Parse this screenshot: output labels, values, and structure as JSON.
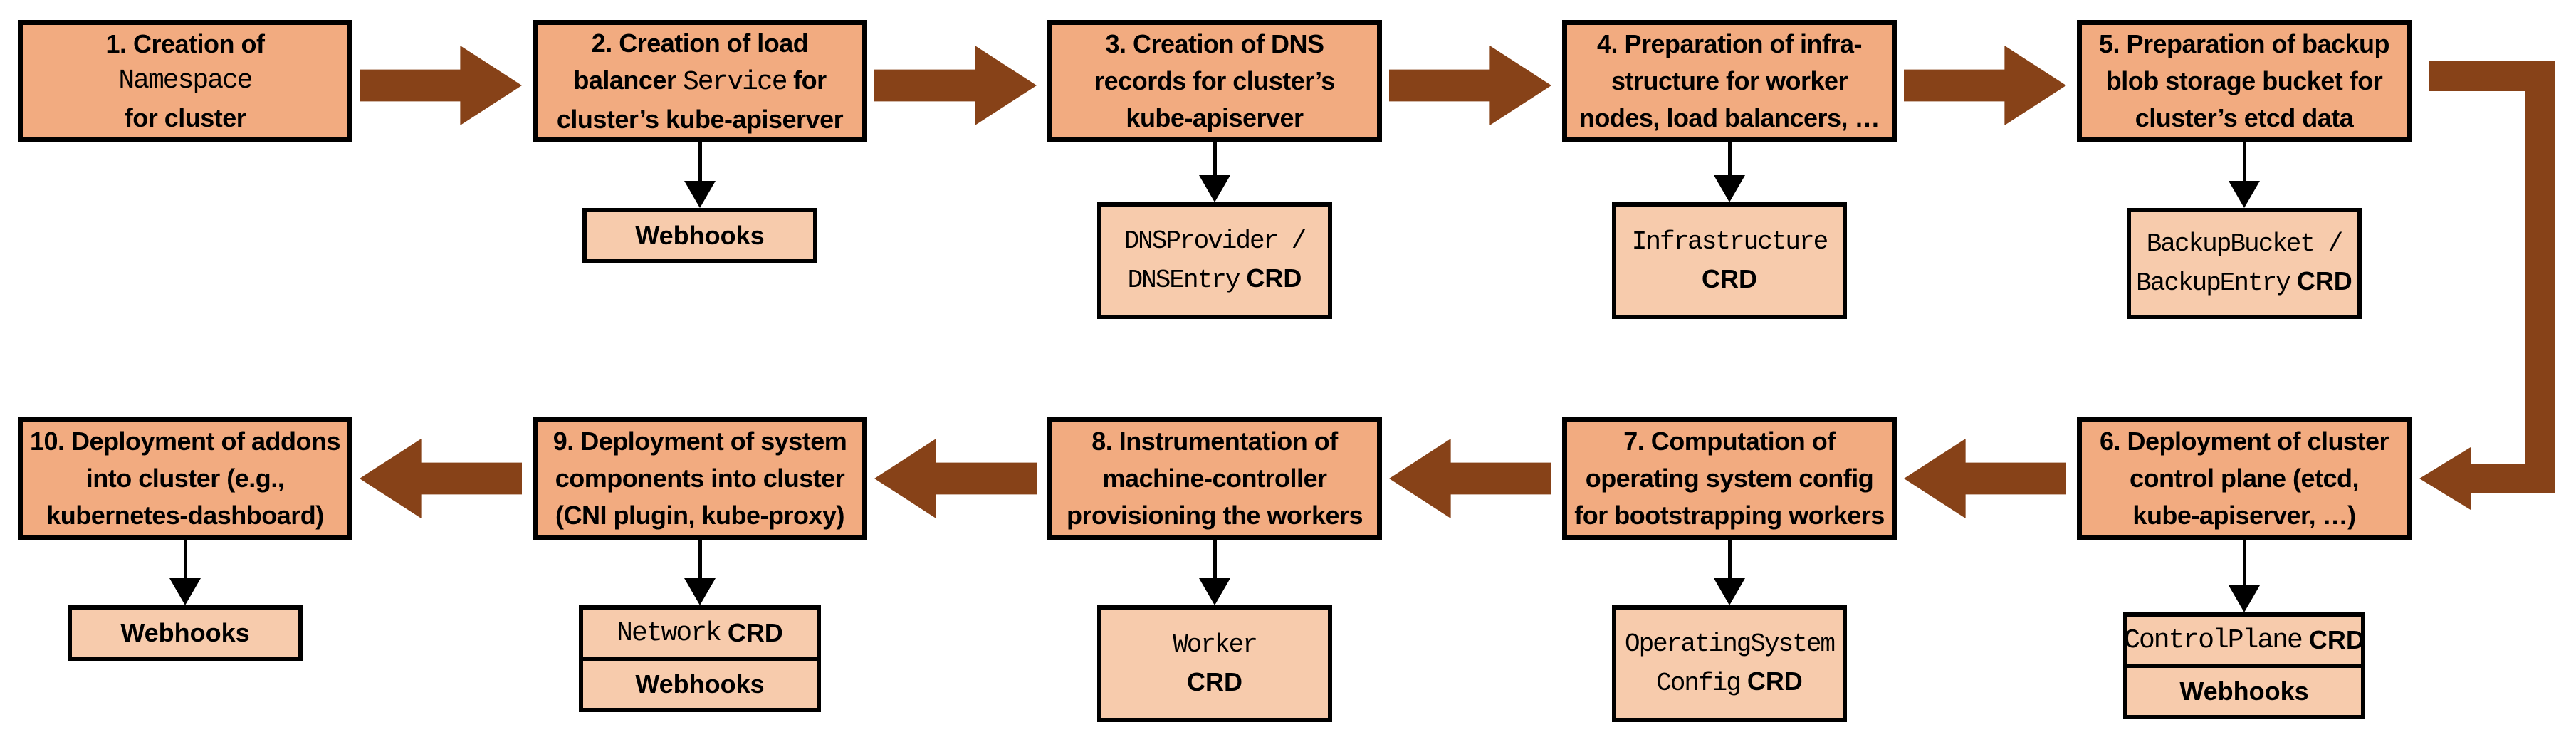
{
  "colors": {
    "step_fill": "#F2AB80",
    "artifact_fill": "#F7CBAC",
    "arrow_brown": "#874218",
    "border": "#000000"
  },
  "row1": {
    "step1": {
      "line1": "1. Creation of",
      "line2_mono": "Namespace",
      "line3": "for cluster"
    },
    "step2": {
      "line1": "2. Creation of load",
      "line2_pre": "balancer ",
      "line2_mono": "Service",
      "line2_post": " for",
      "line3": "cluster’s kube-apiserver"
    },
    "webhooks2": {
      "label": "Webhooks"
    },
    "step3": {
      "line1": "3. Creation of DNS",
      "line2": "records for cluster’s",
      "line3": "kube-apiserver"
    },
    "crd3": {
      "line1_mono": "DNSProvider /",
      "line2_mono": "DNSEntry",
      "line2_suffix": " CRD"
    },
    "step4": {
      "line1": "4. Preparation of infra-",
      "line2": "structure for worker",
      "line3": "nodes, load balancers, …"
    },
    "crd4": {
      "line1_mono": "Infrastructure",
      "line2_label": "CRD"
    },
    "step5": {
      "line1": "5. Preparation of backup",
      "line2": "blob storage bucket for",
      "line3": "cluster’s etcd data"
    },
    "crd5": {
      "line1_mono": "BackupBucket /",
      "line2_mono": "BackupEntry",
      "line2_suffix": " CRD"
    }
  },
  "row2": {
    "step6": {
      "line1": "6. Deployment of cluster",
      "line2": "control plane (etcd,",
      "line3": "kube-apiserver, …)"
    },
    "crd6": {
      "line1_mono": "ControlPlane",
      "line1_suffix": " CRD",
      "webhooks": "Webhooks"
    },
    "step7": {
      "line1": "7. Computation of",
      "line2": "operating system config",
      "line3": "for bootstrapping workers"
    },
    "crd7": {
      "line1_mono": "OperatingSystem",
      "line2_mono": "Config",
      "line2_suffix": " CRD"
    },
    "step8": {
      "line1": "8. Instrumentation of",
      "line2": "machine-controller",
      "line3": "provisioning the workers"
    },
    "crd8": {
      "line1_mono": "Worker",
      "line2_label": "CRD"
    },
    "step9": {
      "line1": "9. Deployment of system",
      "line2": "components into cluster",
      "line3": "(CNI plugin, kube-proxy)"
    },
    "crd9": {
      "line1_mono": "Network",
      "line1_suffix": " CRD",
      "webhooks": "Webhooks"
    },
    "step10": {
      "line1": "10. Deployment of addons",
      "line2": "into cluster (e.g.,",
      "line3": "kubernetes-dashboard)"
    },
    "webhooks10": {
      "label": "Webhooks"
    }
  }
}
